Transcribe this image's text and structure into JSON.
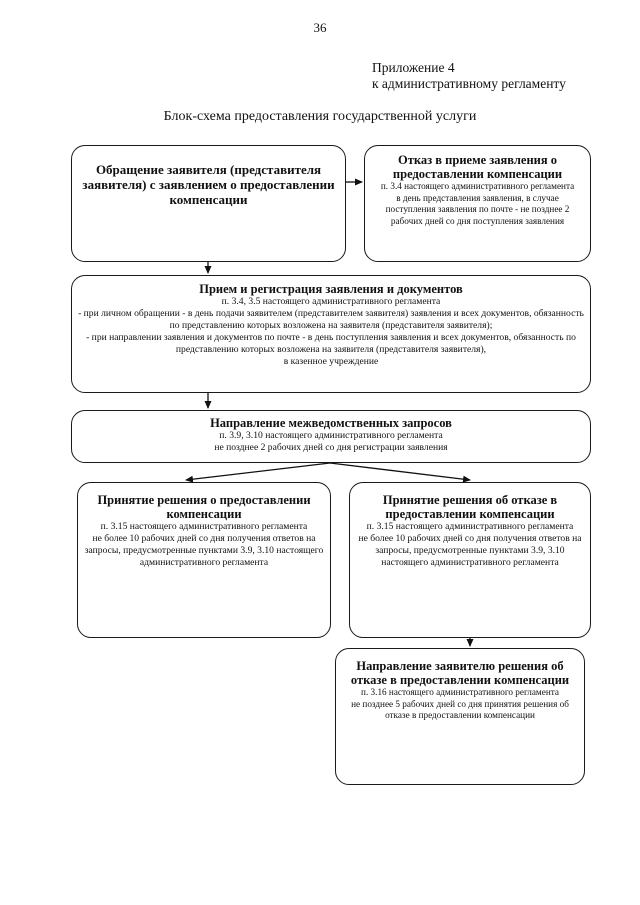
{
  "page_number": "36",
  "appendix": {
    "line1": "Приложение 4",
    "line2": "к административному регламенту"
  },
  "title": "Блок-схема предоставления государственной услуги",
  "boxes": {
    "appeal": {
      "heading": "Обращение заявителя (представителя заявителя) с заявлением о предоставлении компенсации"
    },
    "refusal_to_accept": {
      "heading": "Отказ в приеме заявления о предоставлении компенсации",
      "ref": "п. 3.4 настоящего административного регламента",
      "text": "в день представления заявления, в случае поступления заявления по почте - не позднее 2 рабочих дней со дня поступления заявления"
    },
    "registration": {
      "heading": "Прием и регистрация заявления и документов",
      "ref": "п. 3.4, 3.5 настоящего административного регламента",
      "line1": "- при личном обращении - в день подачи заявителем (представителем заявителя) заявления и всех документов, обязанность по представлению которых возложена на заявителя (представителя заявителя);",
      "line2": "- при направлении заявления и документов по почте - в день поступления заявления и всех документов, обязанность по представлению которых возложена на заявителя (представителя заявителя),",
      "line3": "в казенное учреждение"
    },
    "interagency_requests": {
      "heading": "Направление межведомственных запросов",
      "ref": "п. 3.9, 3.10 настоящего административного регламента",
      "text": "не позднее 2 рабочих дней со дня регистрации заявления"
    },
    "decision_grant": {
      "heading": "Принятие решения о предоставлении компенсации",
      "ref": "п. 3.15 настоящего административного регламента",
      "text": "не более 10 рабочих дней со дня получения ответов на запросы, предусмотренные пунктами 3.9, 3.10 настоящего административного регламента"
    },
    "decision_refuse": {
      "heading": "Принятие решения об отказе в предоставлении компенсации",
      "ref": "п. 3.15 настоящего административного регламента",
      "text": "не более 10 рабочих дней со дня получения ответов на запросы, предусмотренные пунктами 3.9, 3.10 настоящего административного регламента"
    },
    "notify_refusal": {
      "heading": "Направление заявителю решения об отказе в предоставлении компенсации",
      "ref": "п. 3.16 настоящего административного регламента",
      "text": "не позднее 5 рабочих дней со дня принятия решения об отказе в предоставлении компенсации"
    }
  }
}
